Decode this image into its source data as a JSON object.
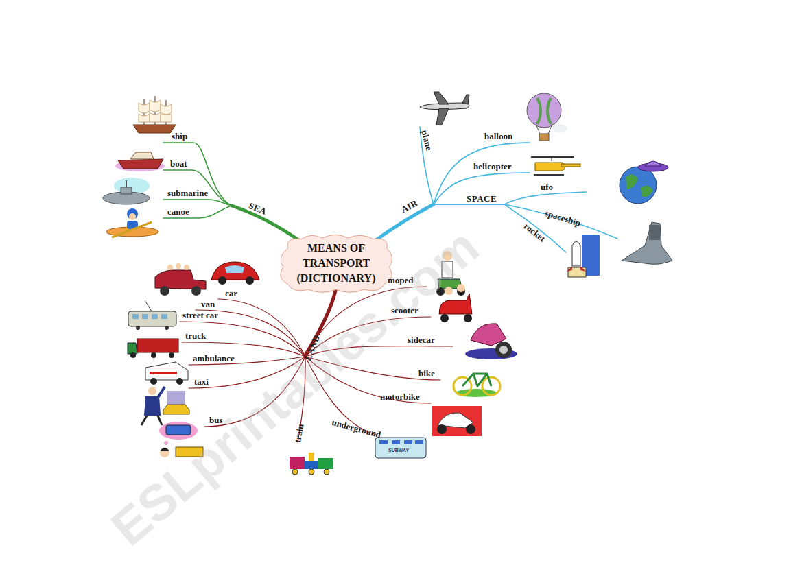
{
  "diagram": {
    "nodes": [
      {
        "text": [
          "MEANS OF TRANSPORT (DICTIONARY)"
        ]
      }
    ],
    "labels": [
      "SEA",
      "ship",
      "boat",
      "submarine",
      "canoe",
      "AIR",
      "plane",
      "balloon",
      "helicopter",
      "SPACE",
      "ufo",
      "spaceship",
      "rocket",
      "LAND",
      "car",
      "van",
      "street car",
      "truck",
      "ambulance",
      "taxi",
      "bus",
      "train",
      "underground",
      "SUBWAY",
      "moped",
      "scooter",
      "sidecar",
      "bike",
      "motorbike",
      "ESLprintables.com"
    ]
  }
}
